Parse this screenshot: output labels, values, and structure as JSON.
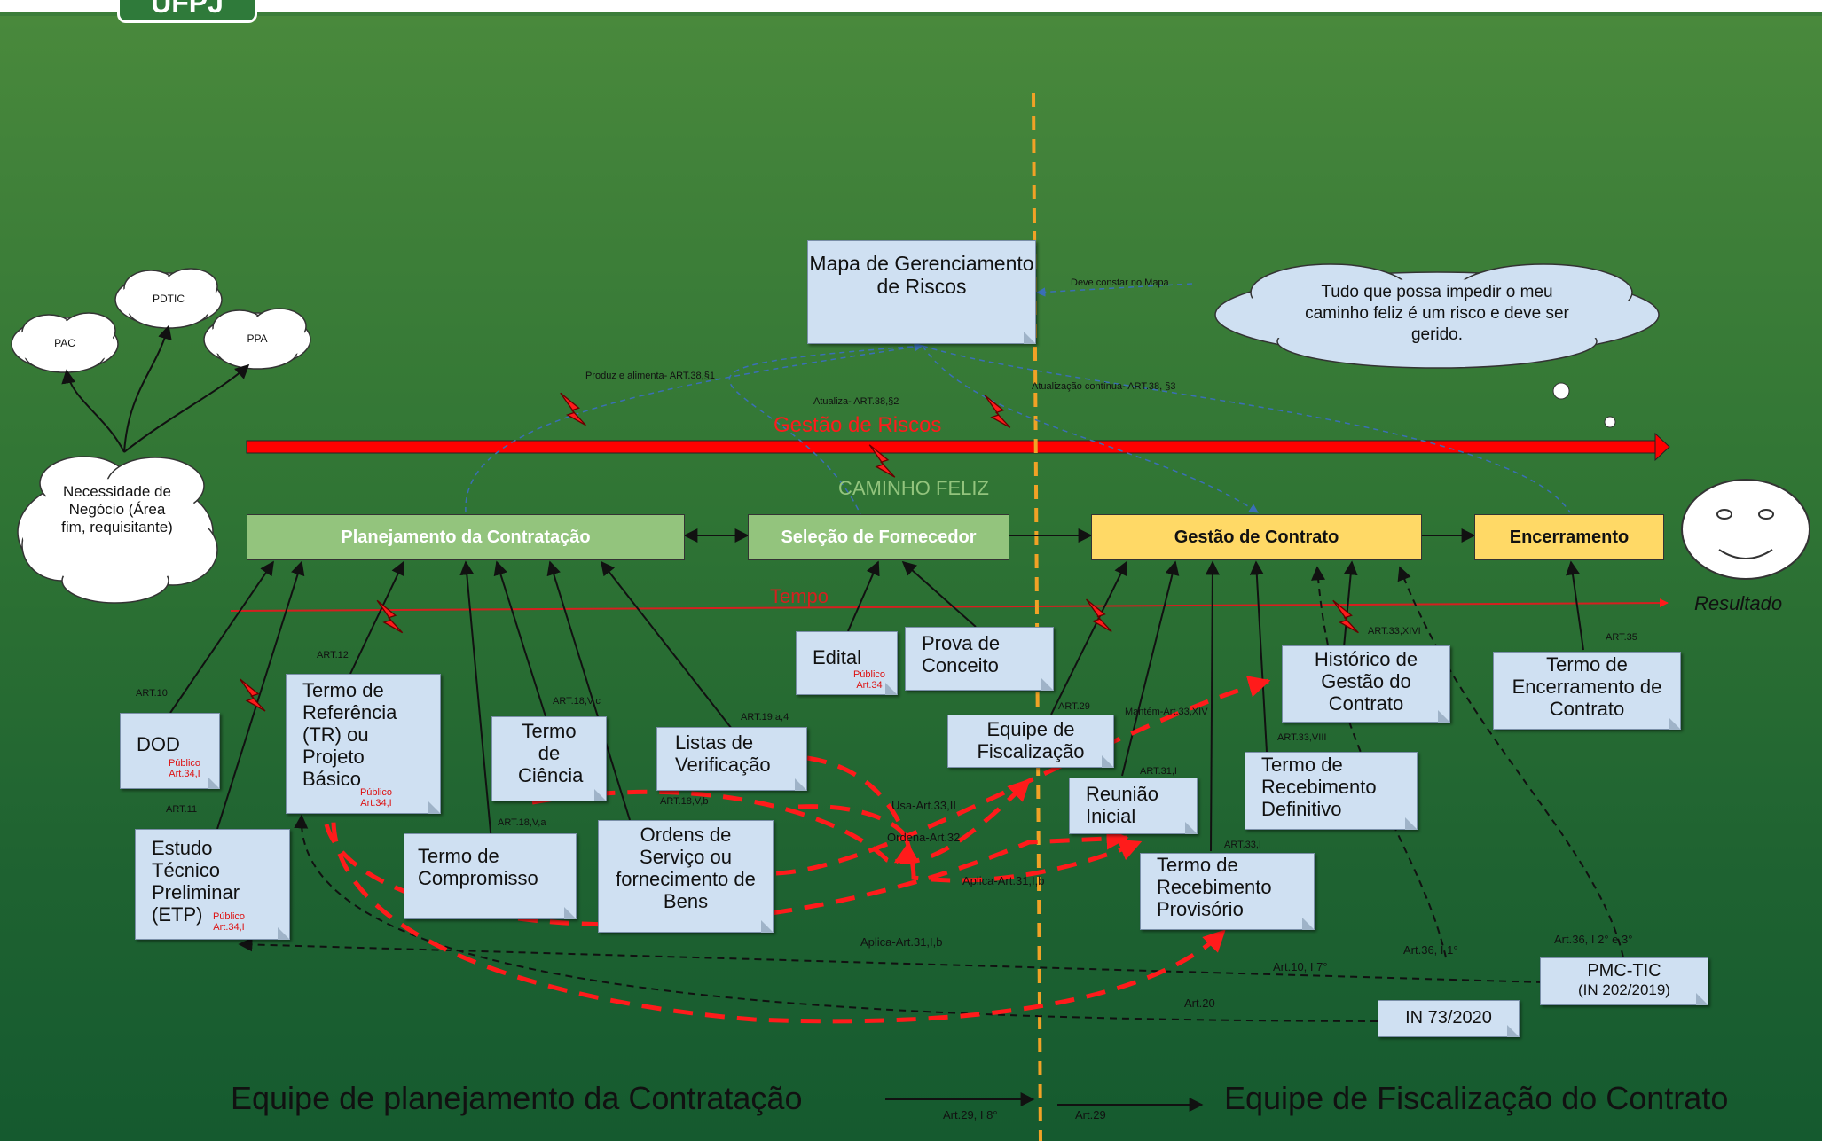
{
  "logo_text": "UFPJ",
  "clouds": {
    "pac": "PAC",
    "pdtic": "PDTIC",
    "ppa": "PPA",
    "necessidade": "Necessidade de Negócio (Área fim, requisitante)",
    "thought": "Tudo que possa impedir o meu caminho feliz é um risco e deve ser gerido."
  },
  "phases": {
    "planejamento": "Planejamento da Contratação",
    "selecao": "Seleção de Fornecedor",
    "gestao": "Gestão de Contrato",
    "encerramento": "Encerramento"
  },
  "banners": {
    "gestao_riscos": "Gestão de Riscos",
    "caminho_feliz": "CAMINHO FELIZ",
    "tempo": "Tempo",
    "resultado": "Resultado"
  },
  "notes": {
    "mapa": "Mapa de Gerenciamento de Riscos",
    "dod": "DOD",
    "etp": "Estudo Técnico Preliminar (ETP)",
    "tr": "Termo de Referência (TR) ou Projeto Básico",
    "ciencia": "Termo de Ciência",
    "compromisso": "Termo de Compromisso",
    "listas": "Listas de Verificação",
    "ordens": "Ordens de Serviço ou fornecimento de Bens",
    "edital": "Edital",
    "prova": "Prova de Conceito",
    "equipe": "Equipe de Fiscalização",
    "reuniao": "Reunião Inicial",
    "historico": "Histórico de Gestão do Contrato",
    "recebimento_def": "Termo de Recebimento Definitivo",
    "recebimento_prov": "Termo de Recebimento Provisório",
    "termo_enc": "Termo de Encerramento de Contrato",
    "pmc": "PMC-TIC",
    "pmc_sub": "(IN 202/2019)",
    "in73": "IN 73/2020"
  },
  "publico": {
    "dod": "Público Art.34,I",
    "etp": "Público Art.34,I",
    "tr": "Público Art.34,I",
    "edital": "Público Art.34"
  },
  "labels": {
    "deve_constar": "Deve constar no Mapa",
    "produz": "Produz e alimenta- ART.38,§1",
    "atualiza": "Atualiza- ART.38,§2",
    "atual_continua": "Atualização contínua- ART.38, §3",
    "art10": "ART.10",
    "art11": "ART.11",
    "art12": "ART.12",
    "art18v": "ART.18,V,c",
    "art18va": "ART.18,V,a",
    "art18vb": "ART.18,V,b",
    "art19": "ART.19,a,4",
    "art29": "ART.29",
    "mantem": "Mantém-Art.33,XIV",
    "art31i": "ART.31,I",
    "art33viii": "ART.33,VIII",
    "art33xivi": "ART.33,XIVI",
    "art33i": "ART.33,I",
    "art35": "ART.35",
    "usa": "Usa-Art.33,II",
    "ordena": "Ordena-Art.32",
    "aplica1": "Aplica-Art.31,I,b",
    "aplica2": "Aplica-Art.31,I,b",
    "art10i7": "Art.10, I 7°",
    "art20": "Art.20",
    "art36i1": "Art.36, I 1°",
    "art36i2": "Art.36, I 2° e 3°",
    "art29i8": "Art.29, I 8°",
    "art29b": "Art.29"
  },
  "footer": {
    "left": "Equipe de planejamento da Contratação",
    "right": "Equipe de Fiscalização do Contrato"
  },
  "colors": {
    "phase_green": "#93c47d",
    "phase_yellow": "#ffd966",
    "risk_red": "#ff0000",
    "note_blue": "#cfe0f2",
    "divider_orange": "#f1a226"
  }
}
